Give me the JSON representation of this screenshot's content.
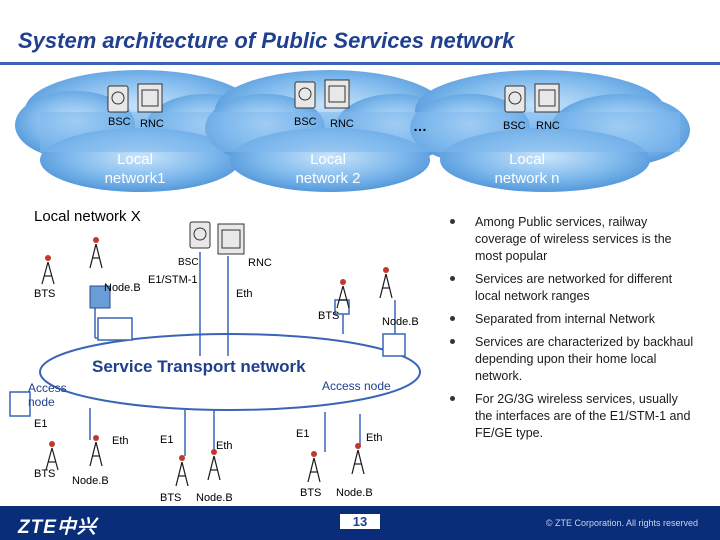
{
  "title": "System architecture of Public Services network",
  "clouds": [
    {
      "bsc": "BSC",
      "rnc": "RNC",
      "label_line1": "Local",
      "label_line2": "network1"
    },
    {
      "bsc": "BSC",
      "rnc": "RNC",
      "label_line1": "Local",
      "label_line2": "network 2"
    },
    {
      "bsc": "BSC",
      "rnc": "RNC",
      "label_line1": "Local",
      "label_line2": "network n"
    }
  ],
  "cloud_ellipsis": "…",
  "local_x": {
    "title": "Local network X",
    "bsc": "BSC",
    "rnc": "RNC",
    "e1_stm": "E1/STM-1",
    "eth": "Eth",
    "nodeb": "Node.B",
    "bts": "BTS"
  },
  "ring": {
    "title": "Service Transport network",
    "access_left_1": "Access",
    "access_left_2": "node",
    "access_right": "Access node"
  },
  "right_site": {
    "bts": "BTS",
    "nodeb": "Node.B"
  },
  "bottom": {
    "left": {
      "e1": "E1",
      "eth": "Eth",
      "bts": "BTS",
      "nodeb": "Node.B"
    },
    "mid": {
      "e1": "E1",
      "eth": "Eth",
      "bts": "BTS",
      "nodeb": "Node.B"
    },
    "right": {
      "e1": "E1",
      "eth": "Eth",
      "bts": "BTS",
      "nodeb": "Node.B"
    }
  },
  "bullets": [
    "Among Public services, railway coverage of wireless services is the most popular",
    "Services are networked for different local network ranges",
    "Separated from internal Network",
    "Services are characterized by backhaul depending upon their home local network.",
    "For 2G/3G wireless services, usually the interfaces are of the E1/STM-1 and FE/GE type."
  ],
  "footer": {
    "logo": "ZTE中兴",
    "page": "13",
    "copyright": "© ZTE Corporation. All rights reserved"
  },
  "colors": {
    "title": "#1f3f8f",
    "cloud": "#5ba3e0",
    "footer": "#0a2d7a",
    "link": "#3a64b8"
  }
}
